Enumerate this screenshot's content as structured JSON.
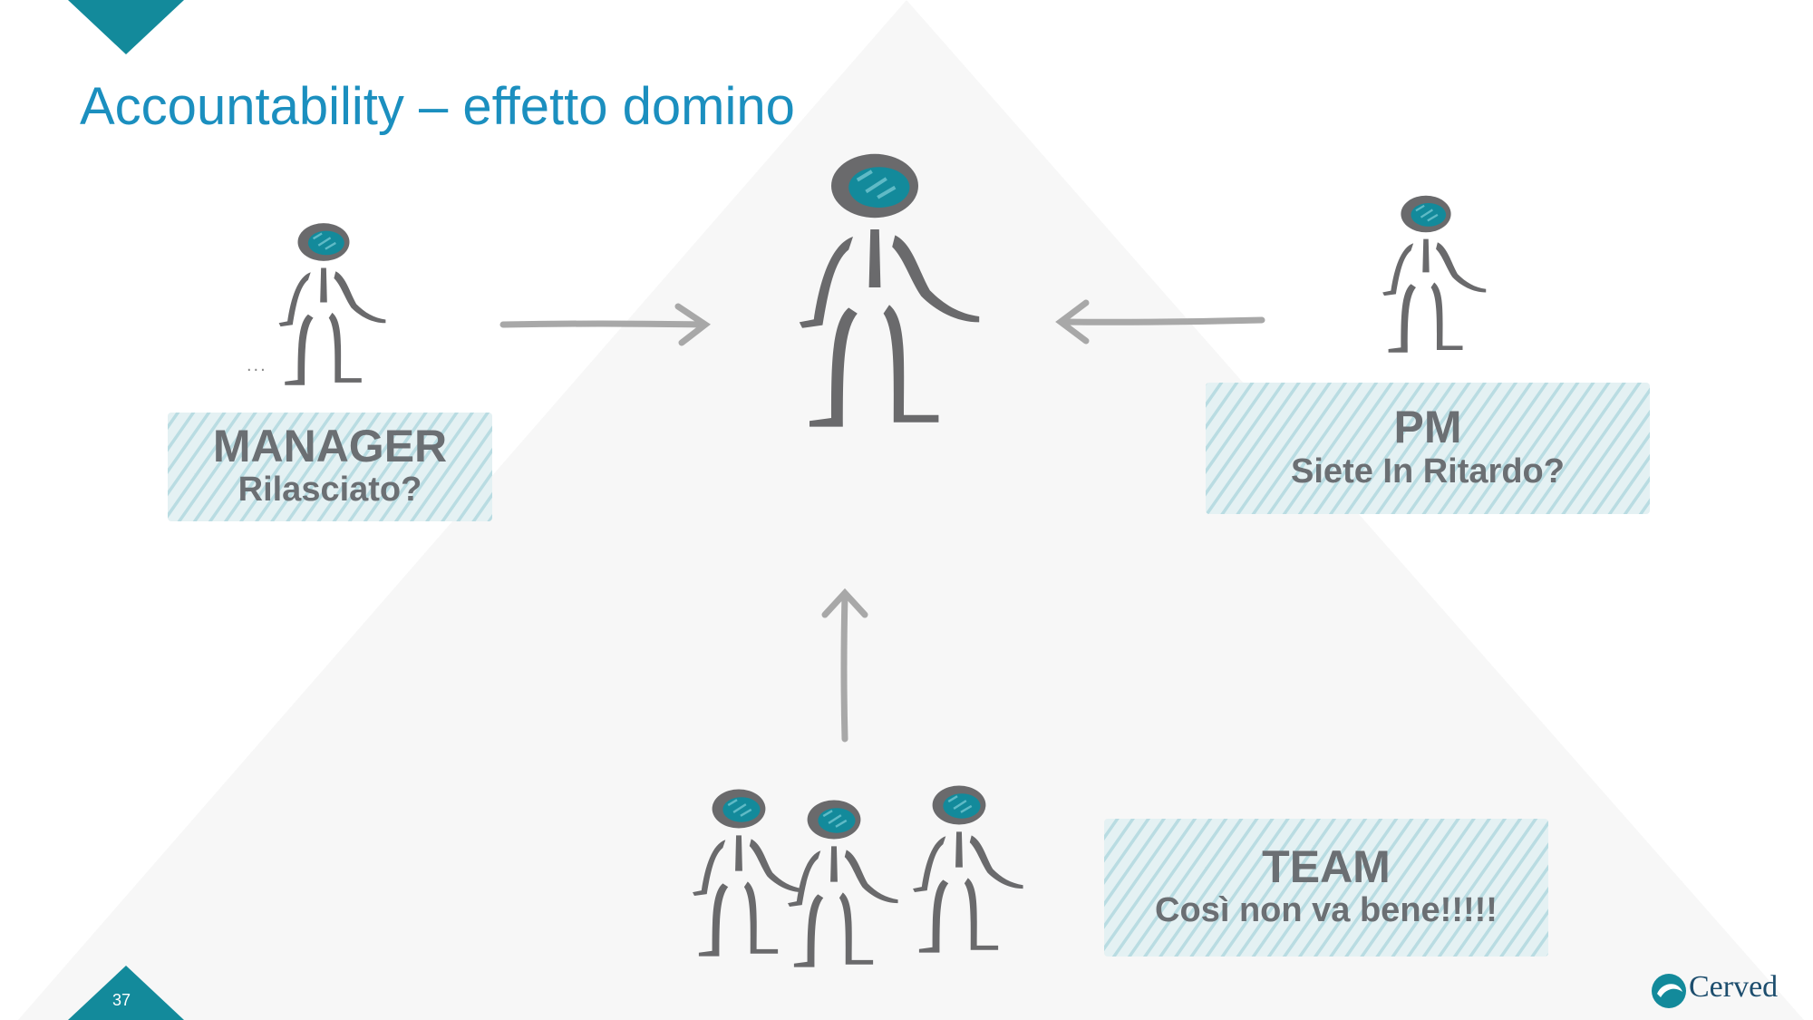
{
  "slide": {
    "title": "Accountability – effetto domino",
    "page_number": "37",
    "ellipsis": "...",
    "brand": "Cerved"
  },
  "labels": {
    "manager": {
      "title": "MANAGER",
      "subtitle": "Rilasciato?"
    },
    "pm": {
      "title": "PM",
      "subtitle": "Siete In Ritardo?"
    },
    "team": {
      "title": "TEAM",
      "subtitle": "Così non va bene!!!!!"
    }
  },
  "colors": {
    "title": "#1b8fbf",
    "teal": "#138a9b",
    "figure_gray": "#6a6a6c",
    "label_bg": "#cfe6ea",
    "label_text": "#6b6f73",
    "arrow": "#a8a8a8",
    "pyramid": "#f7f7f7",
    "brand": "#1d4e6e"
  }
}
